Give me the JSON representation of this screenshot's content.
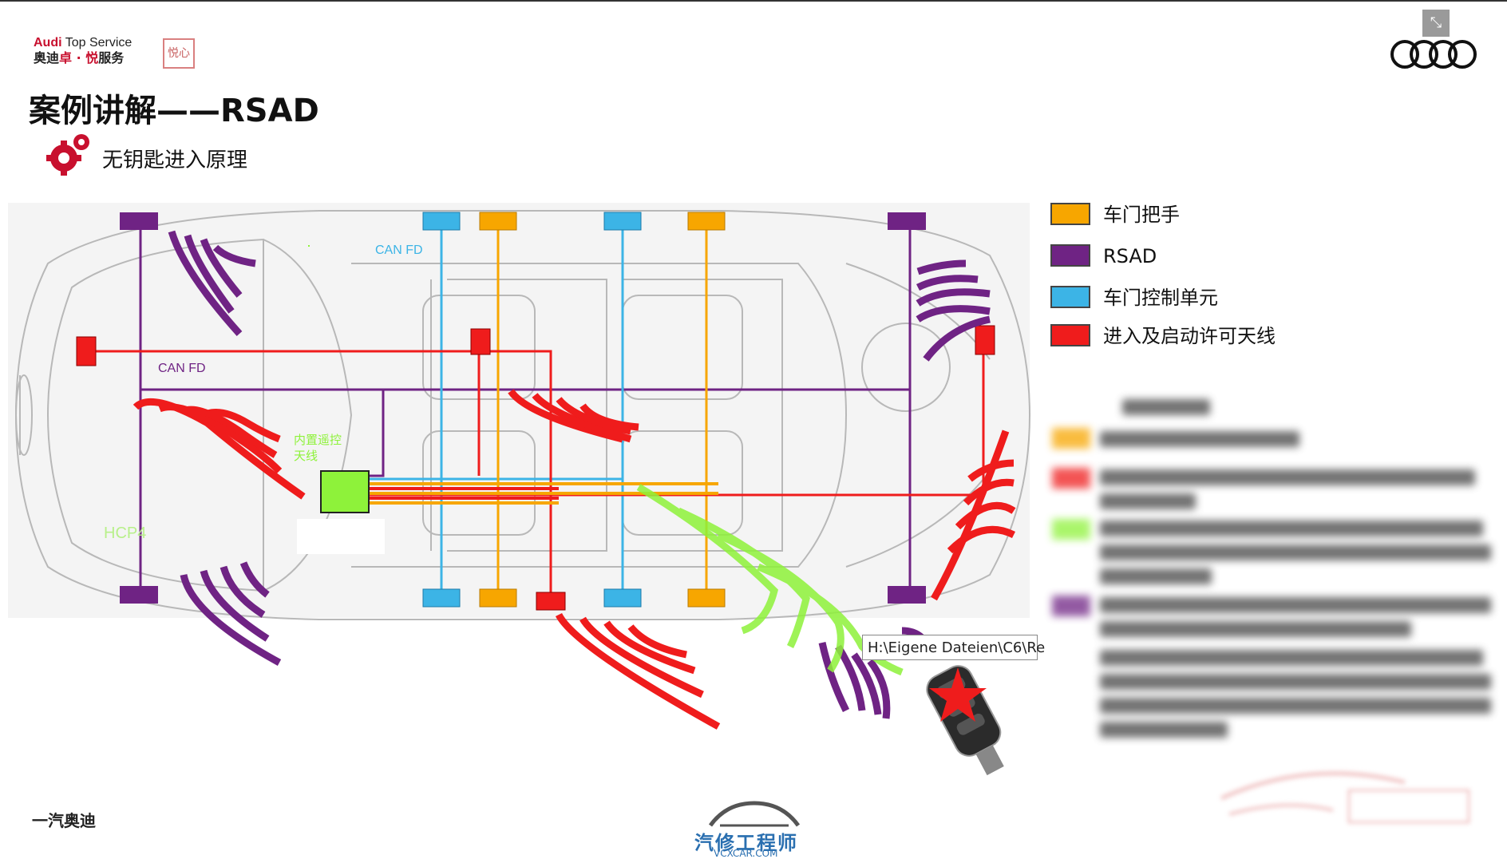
{
  "header": {
    "brand_line1_a": "Audi",
    "brand_line1_b": "Top Service",
    "brand_line2_a": "奥迪",
    "brand_line2_b": "卓 · 悦",
    "brand_line2_c": "服务",
    "seal_text": "悦心",
    "title": "案例讲解——RSAD",
    "subtitle": "无钥匙进入原理"
  },
  "diagram": {
    "label_canfd_top": "CAN FD",
    "label_canfd_mid": "CAN FD",
    "label_internal_antenna_1": "内置遥控",
    "label_internal_antenna_2": "天线",
    "label_hcp4": "HCP4",
    "tooltip_path": "H:\\Eigene Dateien\\C6\\Re"
  },
  "legend": {
    "items": [
      {
        "label": "车门把手",
        "color": "#f7a600"
      },
      {
        "label": "RSAD",
        "color": "#6f2384"
      },
      {
        "label": "车门控制单元",
        "color": "#3cb4e6"
      },
      {
        "label": "进入及启动许可天线",
        "color": "#ef1c1c"
      }
    ]
  },
  "colors": {
    "door_handle": "#f7a600",
    "rsad": "#6f2384",
    "door_control_unit": "#3cb4e6",
    "antenna": "#ef1c1c",
    "internal_antenna": "#8ef23a",
    "audi_red": "#c8102e"
  },
  "footer": {
    "company": "一汽奥迪",
    "watermark_main": "汽修工程师",
    "watermark_sub": "VCXCAR.COM"
  },
  "icons": {
    "gear": "gear-icon",
    "expand": "expand-icon",
    "audi_logo": "audi-rings-logo"
  }
}
